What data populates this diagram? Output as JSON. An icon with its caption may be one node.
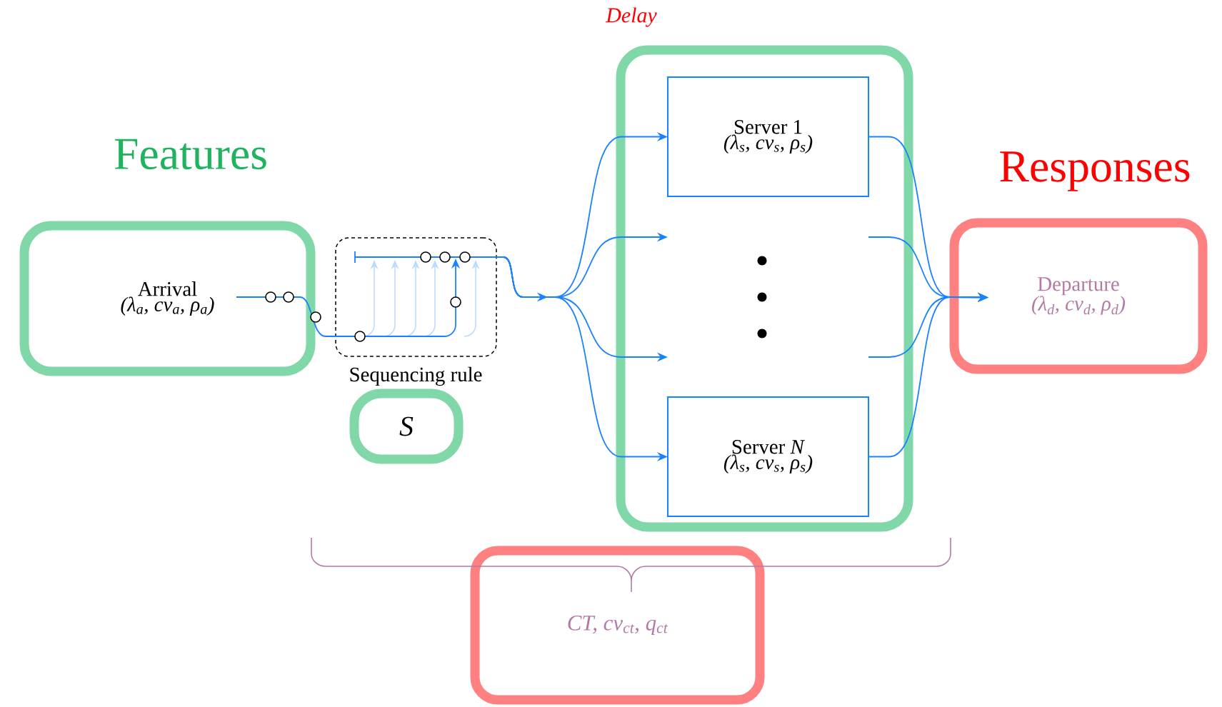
{
  "diagram": {
    "nodes": [
      {
        "text": [
          "Arrival",
          "(λ$_{a}$, cv$_{a}$, ρ$_{a}$)"
        ]
      },
      {
        "text": [
          "Sequencing rule"
        ]
      },
      {
        "text": [
          "S"
        ]
      },
      {
        "text": [
          "Delay"
        ]
      },
      {
        "text": [
          "Server 1",
          "(λ$_{s}$, cv$_{s}$, ρ$_{s}$)"
        ],
        "in": 3
      },
      {
        "text": [
          "Server *N*",
          "(λ$_{s}$, cv$_{s}$, ρ$_{s}$)"
        ],
        "in": 3
      },
      {
        "text": [
          "Departure",
          "(λ$_{d}$, cv$_{d}$, ρ$_{d}$)"
        ]
      },
      {
        "text": [
          "CT, cv$_{ct}$, q$_{ct}$"
        ]
      }
    ],
    "edges": [
      {
        "from": 0,
        "to": 1,
        "arrow": "none"
      },
      {
        "from": 1,
        "to": 4,
        "arrow": "to"
      },
      {
        "from": 1,
        "to": null,
        "arrow": "to"
      },
      {
        "from": 1,
        "to": null,
        "arrow": "to"
      },
      {
        "from": 1,
        "to": 5,
        "arrow": "to"
      },
      {
        "from": 4,
        "to": 6,
        "arrow": "to"
      },
      {
        "from": null,
        "to": 6,
        "arrow": "to"
      },
      {
        "from": null,
        "to": 6,
        "arrow": "to"
      },
      {
        "from": 5,
        "to": 6,
        "arrow": "to"
      }
    ],
    "labels": [
      "Features",
      "Responses"
    ]
  }
}
